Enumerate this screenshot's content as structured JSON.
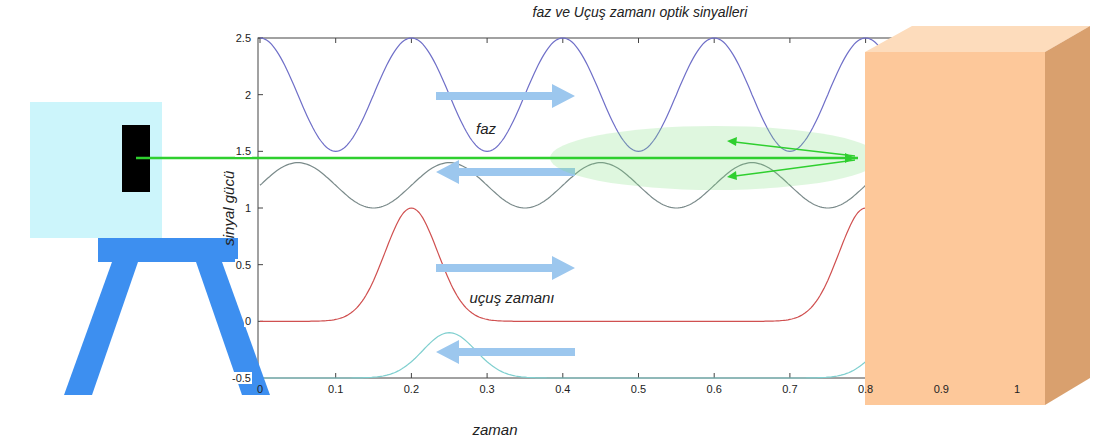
{
  "diagram": {
    "title": "faz ve Uçuş zamanı optik sinyalleri",
    "labels": [
      "faz",
      "uçuş zamanı",
      "sinyal gücü",
      "zaman",
      "2.5",
      "2",
      "1.5",
      "1",
      "0.5",
      "0",
      "-0.5",
      "0",
      "0.1",
      "0.2",
      "0.3",
      "0.4",
      "0.5",
      "0.6",
      "0.7",
      "0.8",
      "0.9",
      "1"
    ]
  }
}
